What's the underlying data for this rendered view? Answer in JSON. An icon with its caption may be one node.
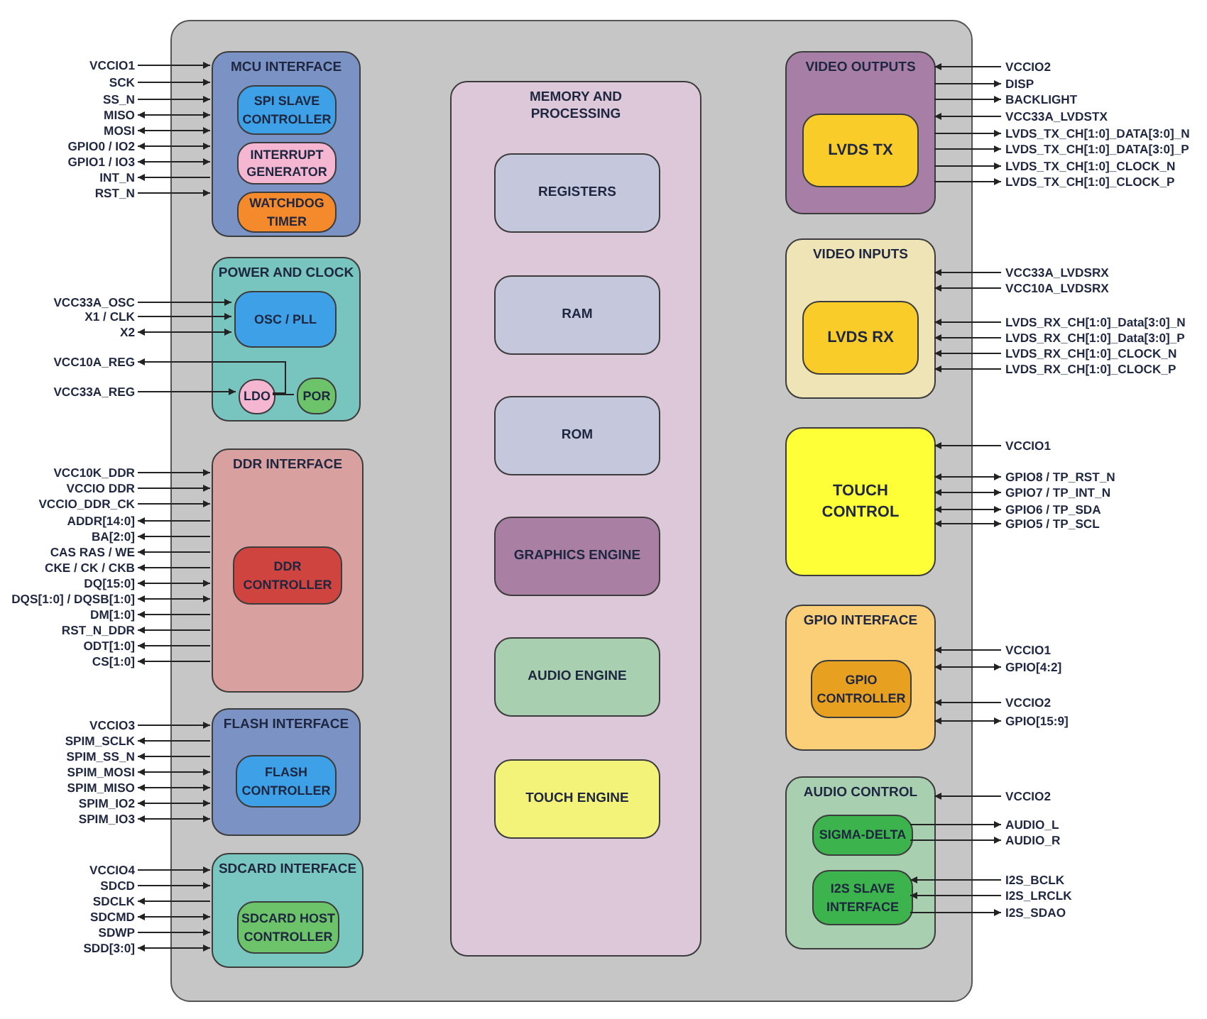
{
  "diagram": {
    "nodes": [
      {
        "text": [],
        "shape": "box"
      },
      {
        "text": [
          "MCU INTERFACE"
        ],
        "in": 0
      },
      {
        "text": [
          "SPI SLAVE CONTROLLER"
        ],
        "in": 1
      },
      {
        "text": [
          "INTERRUPT GENERATOR"
        ],
        "in": 1
      },
      {
        "text": [
          "WATCHDOG TIMER"
        ],
        "in": 1
      },
      {
        "text": [
          "POWER AND CLOCK"
        ],
        "in": 0
      },
      {
        "text": [
          "OSC / PLL"
        ],
        "in": 5
      },
      {
        "text": [
          "LDO"
        ],
        "in": 5
      },
      {
        "text": [
          "POR"
        ],
        "in": 5
      },
      {
        "text": [
          "DDR INTERFACE"
        ],
        "in": 0
      },
      {
        "text": [
          "DDR CONTROLLER"
        ],
        "in": 9
      },
      {
        "text": [
          "FLASH INTERFACE"
        ],
        "in": 0
      },
      {
        "text": [
          "FLASH CONTROLLER"
        ],
        "in": 11
      },
      {
        "text": [
          "SDCARD INTERFACE"
        ],
        "in": 0
      },
      {
        "text": [
          "SDCARD HOST CONTROLLER"
        ],
        "in": 13
      },
      {
        "text": [
          "MEMORY AND PROCESSING"
        ],
        "in": 0
      },
      {
        "text": [
          "REGISTERS"
        ],
        "in": 15
      },
      {
        "text": [
          "RAM"
        ],
        "in": 15
      },
      {
        "text": [
          "ROM"
        ],
        "in": 15
      },
      {
        "text": [
          "GRAPHICS ENGINE"
        ],
        "in": 15
      },
      {
        "text": [
          "AUDIO ENGINE"
        ],
        "in": 15
      },
      {
        "text": [
          "TOUCH ENGINE"
        ],
        "in": 15
      },
      {
        "text": [
          "VIDEO OUTPUTS"
        ],
        "in": 0
      },
      {
        "text": [
          "LVDS TX"
        ],
        "in": 22
      },
      {
        "text": [
          "VIDEO INPUTS"
        ],
        "in": 0
      },
      {
        "text": [
          "LVDS RX"
        ],
        "in": 24
      },
      {
        "text": [
          "TOUCH CONTROL"
        ],
        "in": 0
      },
      {
        "text": [
          "GPIO INTERFACE"
        ],
        "in": 0
      },
      {
        "text": [
          "GPIO CONTROLLER"
        ],
        "in": 27
      },
      {
        "text": [
          "AUDIO CONTROL"
        ],
        "in": 0
      },
      {
        "text": [
          "SIGMA-DELTA"
        ],
        "in": 29
      },
      {
        "text": [
          "I2S SLAVE INTERFACE"
        ],
        "in": 29
      },
      {
        "text": [
          "VCCIO1"
        ]
      },
      {
        "text": [
          "SCK"
        ]
      },
      {
        "text": [
          "SS_N"
        ]
      },
      {
        "text": [
          "MISO"
        ]
      },
      {
        "text": [
          "MOSI"
        ]
      },
      {
        "text": [
          "GPIO0 / IO2"
        ]
      },
      {
        "text": [
          "GPIO1 / IO3"
        ]
      },
      {
        "text": [
          "INT_N"
        ]
      },
      {
        "text": [
          "RST_N"
        ]
      },
      {
        "text": [
          "VCC33A_OSC"
        ]
      },
      {
        "text": [
          "X1 / CLK"
        ]
      },
      {
        "text": [
          "X2"
        ]
      },
      {
        "text": [
          "VCC10A_REG"
        ]
      },
      {
        "text": [
          "VCC33A_REG"
        ]
      },
      {
        "text": [
          "VCC10K_DDR"
        ]
      },
      {
        "text": [
          "VCCIO DDR"
        ]
      },
      {
        "text": [
          "VCCIO_DDR_CK"
        ]
      },
      {
        "text": [
          "ADDR[14:0]"
        ]
      },
      {
        "text": [
          "BA[2:0]"
        ]
      },
      {
        "text": [
          "CAS  RAS / WE"
        ]
      },
      {
        "text": [
          "CKE / CK / CKB"
        ]
      },
      {
        "text": [
          "DQ[15:0]"
        ]
      },
      {
        "text": [
          "DQS[1:0] / DQSB[1:0]"
        ]
      },
      {
        "text": [
          "DM[1:0]"
        ]
      },
      {
        "text": [
          "RST_N_DDR"
        ]
      },
      {
        "text": [
          "ODT[1:0]"
        ]
      },
      {
        "text": [
          "CS[1:0]"
        ]
      },
      {
        "text": [
          "VCCIO3"
        ]
      },
      {
        "text": [
          "SPIM_SCLK"
        ]
      },
      {
        "text": [
          "SPIM_SS_N"
        ]
      },
      {
        "text": [
          "SPIM_MOSI"
        ]
      },
      {
        "text": [
          "SPIM_MISO"
        ]
      },
      {
        "text": [
          "SPIM_IO2"
        ]
      },
      {
        "text": [
          "SPIM_IO3"
        ]
      },
      {
        "text": [
          "VCCIO4"
        ]
      },
      {
        "text": [
          "SDCD"
        ]
      },
      {
        "text": [
          "SDCLK"
        ]
      },
      {
        "text": [
          "SDCMD"
        ]
      },
      {
        "text": [
          "SDWP"
        ]
      },
      {
        "text": [
          "SDD[3:0]"
        ]
      },
      {
        "text": [
          "VCCIO2"
        ]
      },
      {
        "text": [
          "DISP"
        ]
      },
      {
        "text": [
          "BACKLIGHT"
        ]
      },
      {
        "text": [
          "VCC33A_LVDSTX"
        ]
      },
      {
        "text": [
          "LVDS_TX_CH[1:0]_DATA[3:0]_N"
        ]
      },
      {
        "text": [
          "LVDS_TX_CH[1:0]_DATA[3:0]_P"
        ]
      },
      {
        "text": [
          "LVDS_TX_CH[1:0]_CLOCK_N"
        ]
      },
      {
        "text": [
          "LVDS_TX_CH[1:0]_CLOCK_P"
        ]
      },
      {
        "text": [
          "VCC33A_LVDSRX"
        ]
      },
      {
        "text": [
          "VCC10A_LVDSRX"
        ]
      },
      {
        "text": [
          "LVDS_RX_CH[1:0]_Data[3:0]_N"
        ]
      },
      {
        "text": [
          "LVDS_RX_CH[1:0]_Data[3:0]_P"
        ]
      },
      {
        "text": [
          "LVDS_RX_CH[1:0]_CLOCK_N"
        ]
      },
      {
        "text": [
          "LVDS_RX_CH[1:0]_CLOCK_P"
        ]
      },
      {
        "text": [
          "VCCIO1"
        ]
      },
      {
        "text": [
          "GPIO8 / TP_RST_N"
        ]
      },
      {
        "text": [
          "GPIO7 / TP_INT_N"
        ]
      },
      {
        "text": [
          "GPIO6 / TP_SDA"
        ]
      },
      {
        "text": [
          "GPIO5 / TP_SCL"
        ]
      },
      {
        "text": [
          "VCCIO1"
        ]
      },
      {
        "text": [
          "GPIO[4:2]"
        ]
      },
      {
        "text": [
          "VCCIO2"
        ]
      },
      {
        "text": [
          "GPIO[15:9]"
        ]
      },
      {
        "text": [
          "VCCIO2"
        ]
      },
      {
        "text": [
          "AUDIO_L"
        ]
      },
      {
        "text": [
          "AUDIO_R"
        ]
      },
      {
        "text": [
          "I2S_BCLK"
        ]
      },
      {
        "text": [
          "I2S_LRCLK"
        ]
      },
      {
        "text": [
          "I2S_SDAO"
        ]
      }
    ],
    "edges": [
      {
        "from": 32,
        "to": 1,
        "arrow": "to"
      },
      {
        "from": 33,
        "to": 1,
        "arrow": "to"
      },
      {
        "from": 34,
        "to": 1,
        "arrow": "to"
      },
      {
        "from": 35,
        "to": 1,
        "arrow": "both"
      },
      {
        "from": 36,
        "to": 1,
        "arrow": "both"
      },
      {
        "from": 37,
        "to": 1,
        "arrow": "both"
      },
      {
        "from": 38,
        "to": 1,
        "arrow": "both"
      },
      {
        "from": 1,
        "to": 39,
        "arrow": "to"
      },
      {
        "from": 40,
        "to": 1,
        "arrow": "to"
      },
      {
        "from": 41,
        "to": 6,
        "arrow": "to"
      },
      {
        "from": 42,
        "to": 6,
        "arrow": "to"
      },
      {
        "from": 43,
        "to": 6,
        "arrow": "both"
      },
      {
        "from": 7,
        "to": 44,
        "arrow": "to"
      },
      {
        "from": 45,
        "to": 7,
        "arrow": "to"
      },
      {
        "from": 7,
        "to": 8,
        "arrow": "none"
      },
      {
        "from": 46,
        "to": 9,
        "arrow": "to"
      },
      {
        "from": 47,
        "to": 9,
        "arrow": "to"
      },
      {
        "from": 48,
        "to": 9,
        "arrow": "to"
      },
      {
        "from": 9,
        "to": 49,
        "arrow": "to"
      },
      {
        "from": 9,
        "to": 50,
        "arrow": "to"
      },
      {
        "from": 9,
        "to": 51,
        "arrow": "to"
      },
      {
        "from": 9,
        "to": 52,
        "arrow": "to"
      },
      {
        "from": 53,
        "to": 9,
        "arrow": "both"
      },
      {
        "from": 54,
        "to": 9,
        "arrow": "both"
      },
      {
        "from": 9,
        "to": 55,
        "arrow": "to"
      },
      {
        "from": 9,
        "to": 56,
        "arrow": "to"
      },
      {
        "from": 9,
        "to": 57,
        "arrow": "to"
      },
      {
        "from": 9,
        "to": 58,
        "arrow": "to"
      },
      {
        "from": 59,
        "to": 11,
        "arrow": "to"
      },
      {
        "from": 11,
        "to": 60,
        "arrow": "to"
      },
      {
        "from": 11,
        "to": 61,
        "arrow": "to"
      },
      {
        "from": 62,
        "to": 11,
        "arrow": "both"
      },
      {
        "from": 63,
        "to": 11,
        "arrow": "both"
      },
      {
        "from": 64,
        "to": 11,
        "arrow": "both"
      },
      {
        "from": 65,
        "to": 11,
        "arrow": "both"
      },
      {
        "from": 66,
        "to": 13,
        "arrow": "to"
      },
      {
        "from": 67,
        "to": 13,
        "arrow": "to"
      },
      {
        "from": 13,
        "to": 68,
        "arrow": "to"
      },
      {
        "from": 69,
        "to": 13,
        "arrow": "both"
      },
      {
        "from": 70,
        "to": 13,
        "arrow": "to"
      },
      {
        "from": 71,
        "to": 13,
        "arrow": "both"
      },
      {
        "from": 72,
        "to": 22,
        "arrow": "to"
      },
      {
        "from": 22,
        "to": 73,
        "arrow": "to"
      },
      {
        "from": 22,
        "to": 74,
        "arrow": "to"
      },
      {
        "from": 75,
        "to": 22,
        "arrow": "to"
      },
      {
        "from": 22,
        "to": 76,
        "arrow": "to"
      },
      {
        "from": 22,
        "to": 77,
        "arrow": "to"
      },
      {
        "from": 22,
        "to": 78,
        "arrow": "to"
      },
      {
        "from": 22,
        "to": 79,
        "arrow": "to"
      },
      {
        "from": 80,
        "to": 24,
        "arrow": "to"
      },
      {
        "from": 81,
        "to": 24,
        "arrow": "to"
      },
      {
        "from": 82,
        "to": 24,
        "arrow": "to"
      },
      {
        "from": 83,
        "to": 24,
        "arrow": "to"
      },
      {
        "from": 84,
        "to": 24,
        "arrow": "to"
      },
      {
        "from": 85,
        "to": 24,
        "arrow": "to"
      },
      {
        "from": 86,
        "to": 26,
        "arrow": "to"
      },
      {
        "from": 87,
        "to": 26,
        "arrow": "both"
      },
      {
        "from": 88,
        "to": 26,
        "arrow": "both"
      },
      {
        "from": 89,
        "to": 26,
        "arrow": "both"
      },
      {
        "from": 90,
        "to": 26,
        "arrow": "both"
      },
      {
        "from": 91,
        "to": 27,
        "arrow": "to"
      },
      {
        "from": 92,
        "to": 27,
        "arrow": "both"
      },
      {
        "from": 93,
        "to": 27,
        "arrow": "to"
      },
      {
        "from": 94,
        "to": 27,
        "arrow": "both"
      },
      {
        "from": 95,
        "to": 29,
        "arrow": "to"
      },
      {
        "from": 30,
        "to": 96,
        "arrow": "to"
      },
      {
        "from": 30,
        "to": 97,
        "arrow": "to"
      },
      {
        "from": 98,
        "to": 31,
        "arrow": "to"
      },
      {
        "from": 99,
        "to": 31,
        "arrow": "to"
      },
      {
        "from": 31,
        "to": 100,
        "arrow": "to"
      }
    ]
  }
}
